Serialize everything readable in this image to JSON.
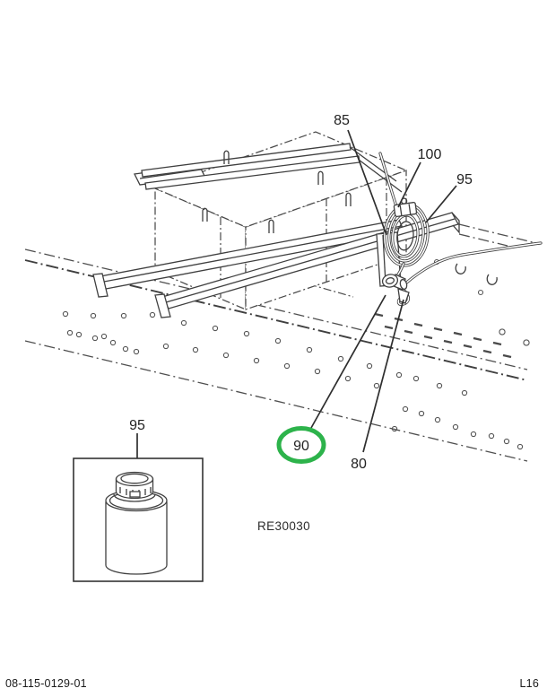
{
  "diagram": {
    "figure_code": "RE30030",
    "line_color": "#3f3f3f",
    "highlight_color": "#2db34b",
    "callouts": [
      {
        "id": "85",
        "label": "85",
        "highlighted": false
      },
      {
        "id": "100",
        "label": "100",
        "highlighted": false
      },
      {
        "id": "95-main",
        "label": "95",
        "highlighted": false
      },
      {
        "id": "90",
        "label": "90",
        "highlighted": true
      },
      {
        "id": "80",
        "label": "80",
        "highlighted": false
      },
      {
        "id": "95-inset",
        "label": "95",
        "highlighted": false
      }
    ]
  },
  "footer": {
    "document_number": "08-115-0129-01",
    "page_code": "L16"
  }
}
